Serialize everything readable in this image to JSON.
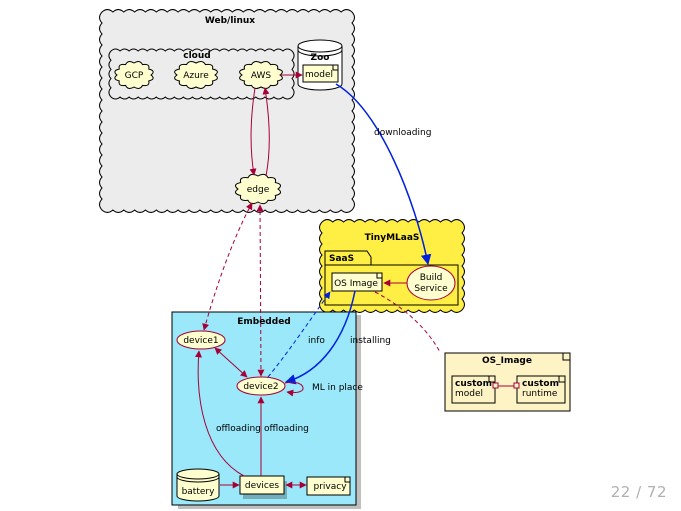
{
  "clouds": {
    "web": "Web/linux",
    "cloud": "cloud",
    "tinymlaas": "TinyMLaaS"
  },
  "nodes": {
    "gcp": "GCP",
    "azure": "Azure",
    "aws": "AWS",
    "zoo": "Zoo",
    "model": "model",
    "edge": "edge",
    "saas": "SaaS",
    "os_image_artifact": "OS Image",
    "build_service_1": "Build",
    "build_service_2": "Service",
    "embedded": "Embedded",
    "device1": "device1",
    "device2": "device2",
    "battery": "battery",
    "devices": "devices",
    "privacy": "privacy",
    "os_image_pkg": "OS_Image",
    "custom_model_1": "custom",
    "custom_model_2": "model",
    "custom_runtime_1": "custom",
    "custom_runtime_2": "runtime"
  },
  "edges": {
    "downloading": "downloading",
    "info": "info",
    "installing": "installing",
    "ml_in_place": "ML in place",
    "offloading_left": "offloading",
    "offloading_right": "offloading"
  },
  "colors": {
    "cloud_fill": "#ececec",
    "node_fill": "#fefece",
    "saas_fill": "#ffee44",
    "embedded_fill": "#9ae8fa",
    "os_image_fill": "#fdf3c4",
    "arrow_red": "#a80036",
    "arrow_blue": "#0020e0"
  },
  "footer": {
    "page": "22 / 72"
  }
}
